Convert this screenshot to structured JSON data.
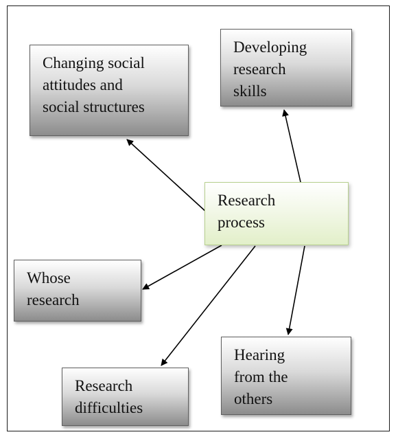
{
  "diagram": {
    "center": {
      "label": "Research\nprocess"
    },
    "nodes": [
      {
        "id": "changing",
        "label": "Changing social\nattitudes and\nsocial structures"
      },
      {
        "id": "developing",
        "label": "Developing\nresearch\nskills"
      },
      {
        "id": "whose",
        "label": "Whose\nresearch"
      },
      {
        "id": "difficulties",
        "label": "Research\ndifficulties"
      },
      {
        "id": "hearing",
        "label": "Hearing\nfrom the\nothers"
      }
    ],
    "edges": [
      {
        "from": "center",
        "to": "changing"
      },
      {
        "from": "center",
        "to": "developing"
      },
      {
        "from": "center",
        "to": "whose"
      },
      {
        "from": "center",
        "to": "difficulties"
      },
      {
        "from": "center",
        "to": "hearing"
      }
    ],
    "colors": {
      "center_border": "#b7d08e",
      "node_border": "#5f5f5f",
      "arrow": "#000000"
    }
  }
}
